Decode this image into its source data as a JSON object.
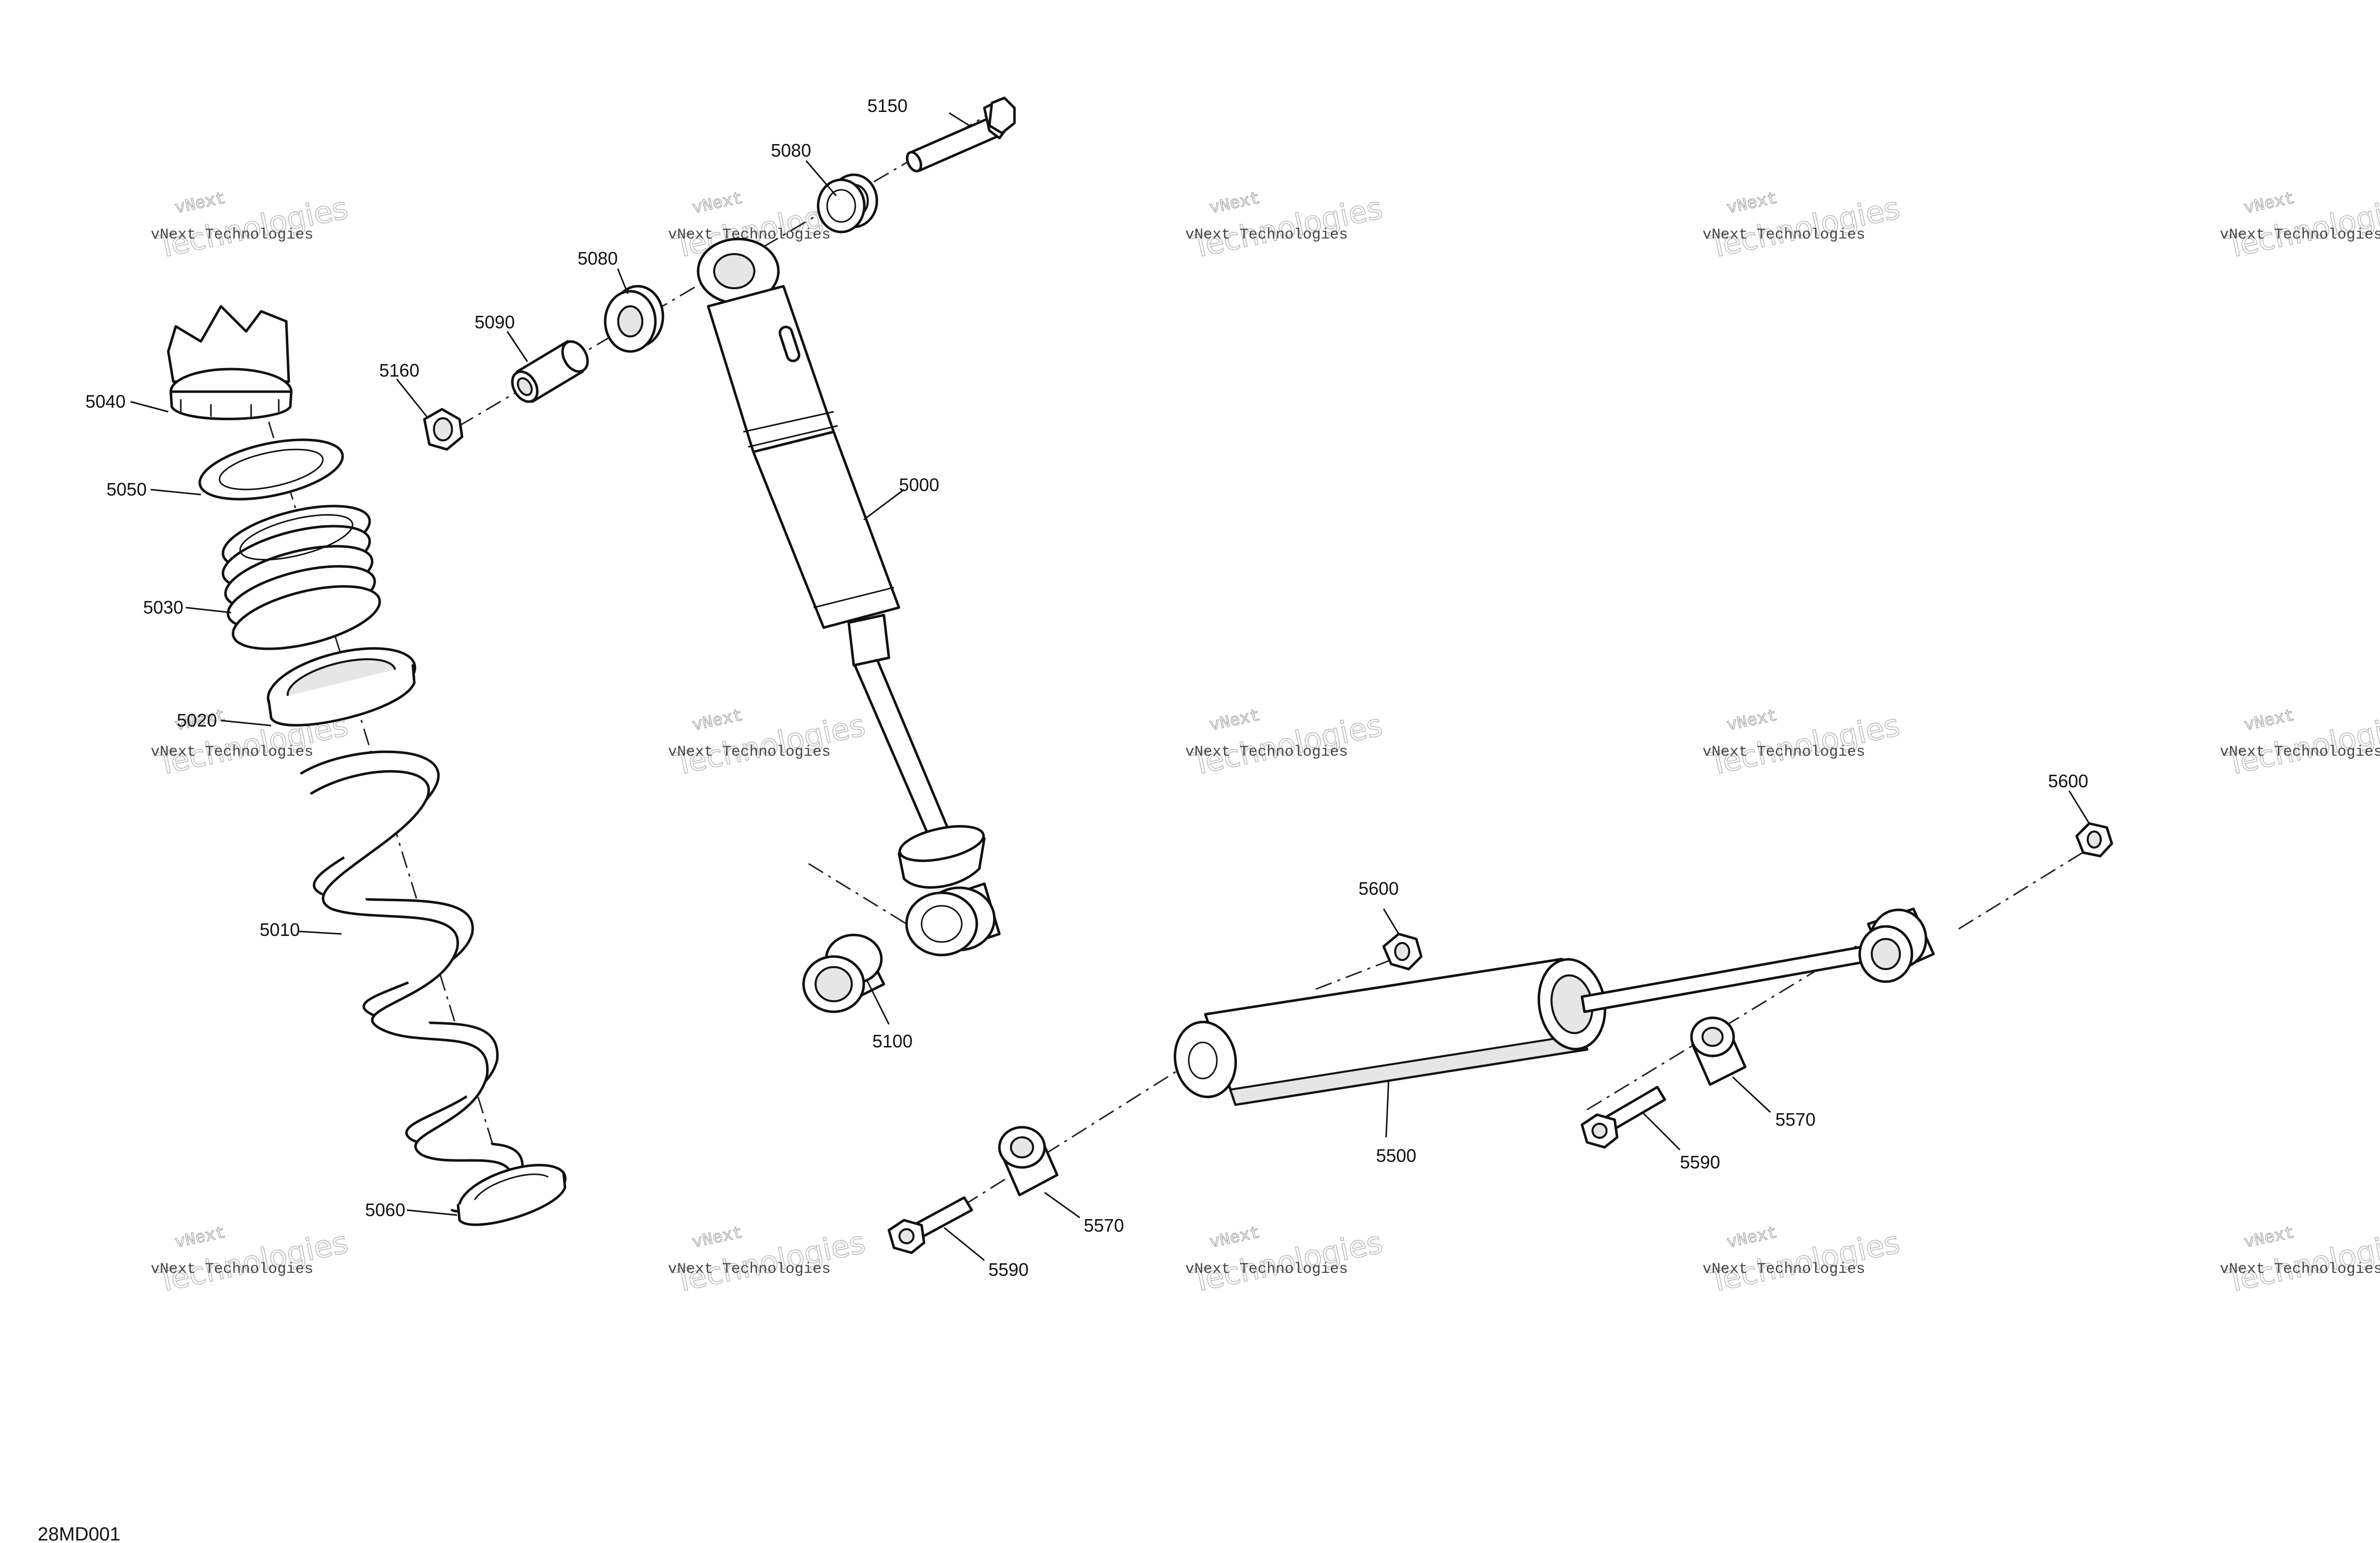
{
  "drawing_code": "28MD001",
  "watermark": {
    "line_small": "vNext Technologies",
    "line_top": "vNext",
    "line_big": "Technologies"
  },
  "callouts": {
    "p5000": "5000",
    "p5010": "5010",
    "p5020": "5020",
    "p5030": "5030",
    "p5040": "5040",
    "p5050": "5050",
    "p5060": "5060",
    "p5080a": "5080",
    "p5080b": "5080",
    "p5090": "5090",
    "p5100": "5100",
    "p5150": "5150",
    "p5160": "5160",
    "p5500": "5500",
    "p5570a": "5570",
    "p5570b": "5570",
    "p5590a": "5590",
    "p5590b": "5590",
    "p5600a": "5600",
    "p5600b": "5600"
  }
}
